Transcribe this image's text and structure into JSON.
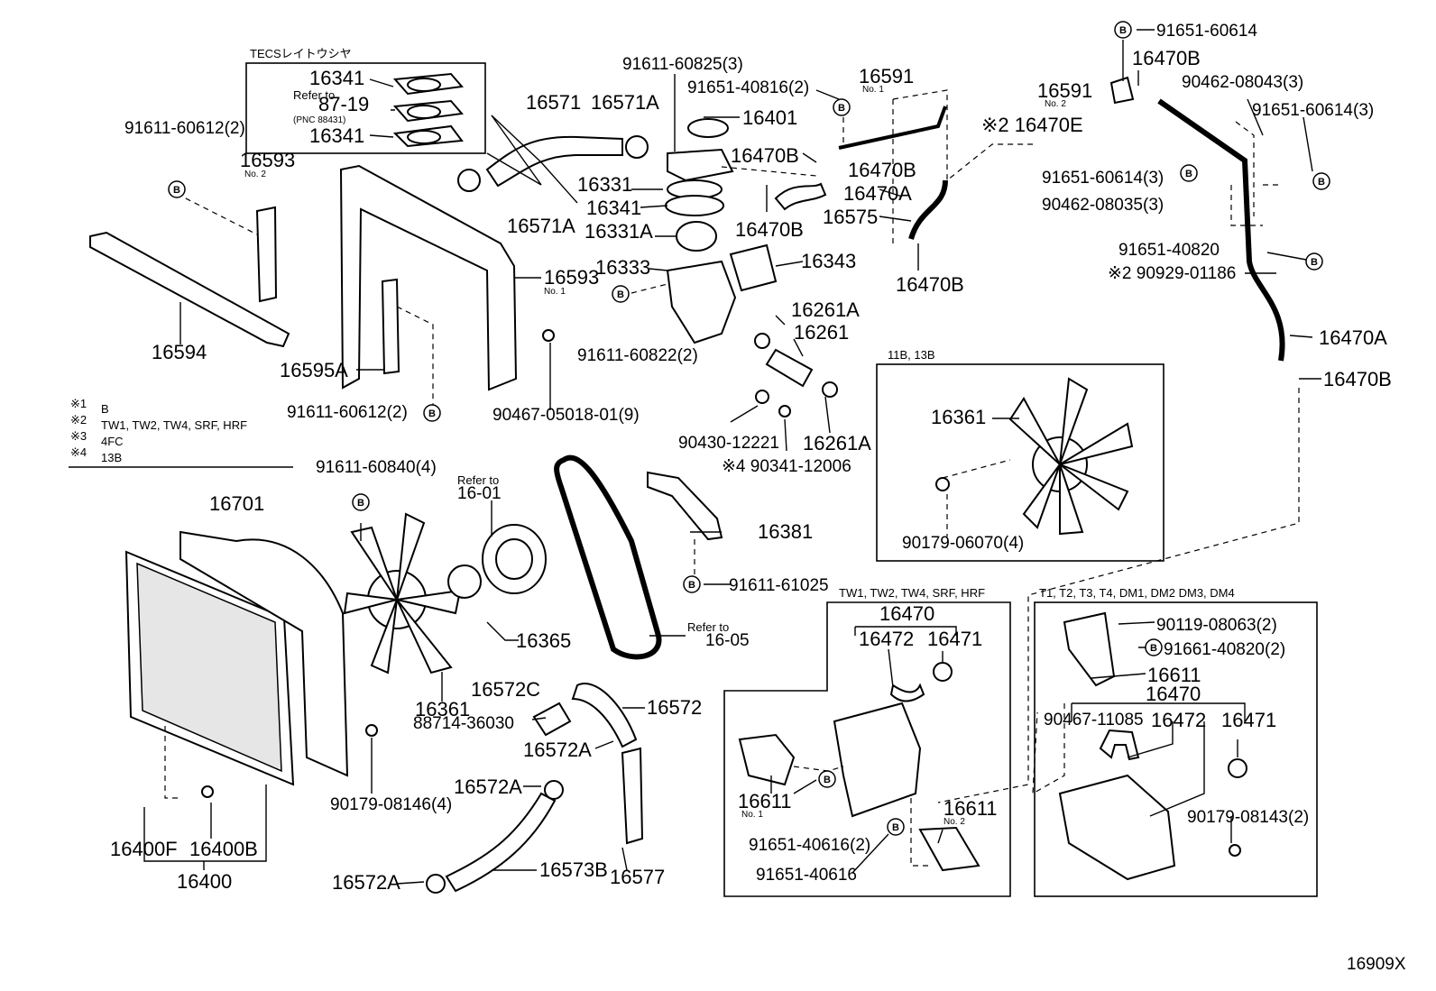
{
  "figure_id": "16909X",
  "notes": {
    "n1": {
      "mark": "※1",
      "text": "B"
    },
    "n2": {
      "mark": "※2",
      "text": "TW1, TW2, TW4, SRF, HRF"
    },
    "n3": {
      "mark": "※3",
      "text": "4FC"
    },
    "n4": {
      "mark": "※4",
      "text": "13B"
    }
  },
  "tecs": {
    "title": "TECSレイトウシヤ",
    "refer": "Refer to",
    "ref_num": "87-19",
    "pnc": "(PNC 88431)",
    "p1": "16341",
    "p2": "16341"
  },
  "boxes": {
    "fan13b": "11B, 13B",
    "tw": "TW1, TW2, TW4, SRF, HRF",
    "t1": "T1, T2, T3, T4, DM1, DM2 DM3, DM4"
  },
  "refer_to": "Refer to",
  "ref_1601": "16-01",
  "ref_1605": "16-05",
  "sub_no1": "No. 1",
  "sub_no2": "No. 2",
  "badge": "B",
  "labels": {
    "l16571": "16571",
    "l16571a_1": "16571A",
    "l16571a_2": "16571A",
    "l91611_60825": "91611-60825(3)",
    "l91651_40816": "91651-40816(2)",
    "l16401": "16401",
    "l16470b_1": "16470B",
    "l16331": "16331",
    "l16341": "16341",
    "l16331a": "16331A",
    "l16333": "16333",
    "l16470b_2": "16470B",
    "l16343": "16343",
    "l91611_60822": "91611-60822(2)",
    "l16591_1": "16591",
    "l16470b_3": "16470B",
    "l16470a_1": "16470A",
    "l16575": "16575",
    "l16470b_4": "16470B",
    "l91651_60614_top": "91651-60614",
    "l16470b_5": "16470B",
    "l16591_2": "16591",
    "l90462_08043": "90462-08043(3)",
    "l16470e": "※2 16470E",
    "l91651_60614_3a": "91651-60614(3)",
    "l91651_60614_3b": "91651-60614(3)",
    "l90462_08035": "90462-08035(3)",
    "l91651_40820": "91651-40820",
    "l90929_01186": "※2 90929-01186",
    "l16470a_2": "16470A",
    "l16470b_6": "16470B",
    "l91611_60612_a": "91611-60612(2)",
    "l16593_2": "16593",
    "l16593_1": "16593",
    "l16594": "16594",
    "l16595a": "16595A",
    "l91611_60612_b": "91611-60612(2)",
    "l90467_05018": "90467-05018-01(9)",
    "l16261a_1": "16261A",
    "l16261": "16261",
    "l90430_12221": "90430-12221",
    "l16261a_2": "16261A",
    "l90341_12006": "※4 90341-12006",
    "l16361_box": "16361",
    "l90179_06070": "90179-06070(4)",
    "l91611_60840": "91611-60840(4)",
    "l16701": "16701",
    "l16365": "16365",
    "l16361": "16361",
    "l16381": "16381",
    "l91611_61025": "91611-61025",
    "l16572c": "16572C",
    "l16572": "16572",
    "l88714_36030": "88714-36030",
    "l16572a_1": "16572A",
    "l16572a_2": "16572A",
    "l16572a_3": "16572A",
    "l16573b": "16573B",
    "l16577": "16577",
    "l90179_08146": "90179-08146(4)",
    "l16400f": "16400F",
    "l16400b": "16400B",
    "l16400": "16400",
    "l16470_tw": "16470",
    "l16472_tw": "16472",
    "l16471_tw": "16471",
    "l16611_1": "16611",
    "l91651_40616_2": "91651-40616(2)",
    "l16611_2": "16611",
    "l91651_40616": "91651-40616",
    "l90119_08063": "90119-08063(2)",
    "l91661_40820": "91661-40820(2)",
    "l16611_t": "16611",
    "l16470_t": "16470",
    "l90467_11085": "90467-11085",
    "l16472_t": "16472",
    "l16471_t": "16471",
    "l90179_08143": "90179-08143(2)"
  }
}
